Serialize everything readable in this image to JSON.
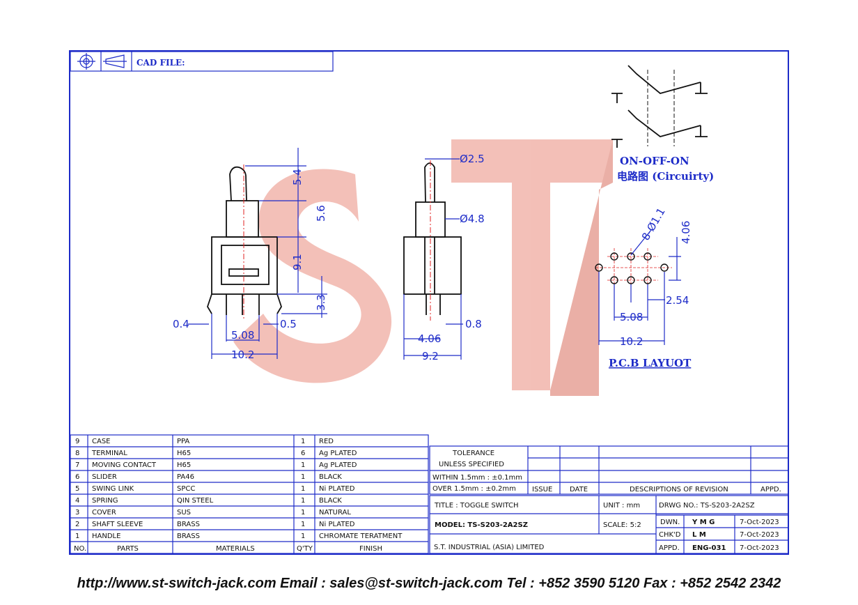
{
  "header": {
    "cad_file_label": "CAD FILE:"
  },
  "watermark": {
    "text": "ST",
    "color": "#f2b9b0"
  },
  "dimensions": {
    "handle_len": "5.4",
    "bushing_len": "5.6",
    "body_h": "9.1",
    "pin_len": "3.3",
    "pin_w1": "0.4",
    "pin_w2": "0.5",
    "pitch_508": "5.08",
    "width_102": "10.2",
    "dia_25": "Ø2.5",
    "dia_48": "Ø4.8",
    "side_08": "0.8",
    "side_406": "4.06",
    "side_92": "9.2"
  },
  "pcb": {
    "holes": "8-Ø1.1",
    "row_gap": "4.06",
    "offset": "2.54",
    "pitch": "5.08",
    "span": "10.2",
    "title": "P.C.B LAYUOT"
  },
  "circuit": {
    "mode": "ON-OFF-ON",
    "caption": "电路图 (Circuirty)"
  },
  "parts": {
    "rows": [
      [
        "9",
        "CASE",
        "PPA",
        "1",
        "RED"
      ],
      [
        "8",
        "TERMINAL",
        "H65",
        "6",
        "Ag PLATED"
      ],
      [
        "7",
        "MOVING CONTACT",
        "H65",
        "1",
        "Ag PLATED"
      ],
      [
        "6",
        "SLIDER",
        "PA46",
        "1",
        "BLACK"
      ],
      [
        "5",
        "SWING LINK",
        "SPCC",
        "1",
        "Ni PLATED"
      ],
      [
        "4",
        "SPRING",
        "QIN STEEL",
        "1",
        "BLACK"
      ],
      [
        "3",
        "COVER",
        "SUS",
        "1",
        "NATURAL"
      ],
      [
        "2",
        "SHAFT SLEEVE",
        "BRASS",
        "1",
        "Ni PLATED"
      ],
      [
        "1",
        "HANDLE",
        "BRASS",
        "1",
        "CHROMATE TERATMENT"
      ]
    ],
    "headers": [
      "NO.",
      "PARTS",
      "MATERIALS",
      "Q'TY",
      "FINISH"
    ]
  },
  "tolerance": {
    "line1": "TOLERANCE",
    "line2": "UNLESS SPECIFIED",
    "within": "WITHIN 1.5mm : ±0.1mm",
    "over": "OVER 1.5mm : ±0.2mm"
  },
  "revision": {
    "issue": "ISSUE",
    "date": "DATE",
    "desc": "DESCRIPTIONS OF REVISION",
    "appd": "APPD."
  },
  "title_block": {
    "title": "TITLE : TOGGLE SWITCH",
    "unit": "UNIT : mm",
    "drwg": "DRWG NO.: TS-S203-2A2SZ",
    "model": "MODEL: TS-S203-2A2SZ",
    "scale": "SCALE: 5:2",
    "company": "S.T. INDUSTRIAL (ASIA) LIMITED",
    "dwn_label": "DWN.",
    "dwn_name": "Y M G",
    "dwn_date": "7-Oct-2023",
    "chk_label": "CHK'D",
    "chk_name": "L M",
    "chk_date": "7-Oct-2023",
    "appd_label": "APPD.",
    "appd_name": "ENG-031",
    "appd_date": "7-Oct-2023"
  },
  "footer": {
    "text": "http://www.st-switch-jack.com  Email : sales@st-switch-jack.com  Tel : +852 3590 5120  Fax : +852 2542 2342"
  }
}
